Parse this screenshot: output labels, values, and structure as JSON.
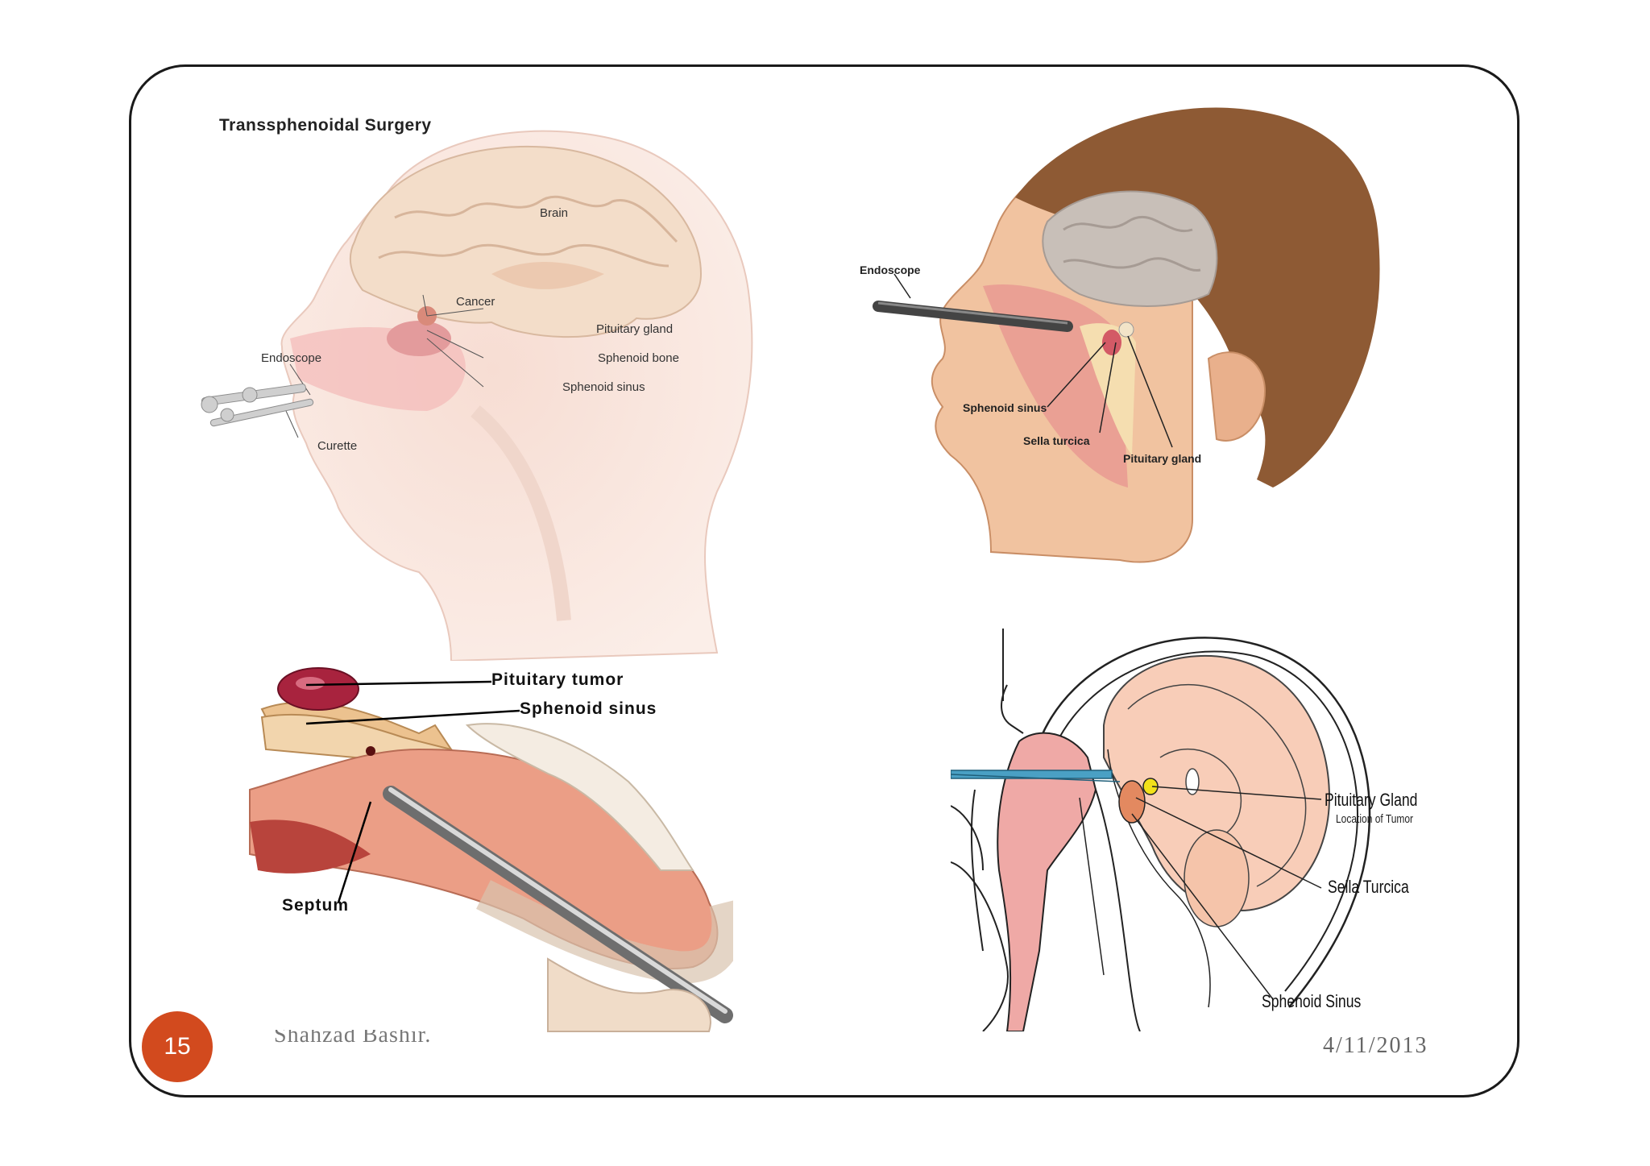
{
  "slide": {
    "page_number": "15",
    "author": "Shahzad Bashir.",
    "date": "4/11/2013"
  },
  "panel_top_left": {
    "title": "Transsphenoidal Surgery",
    "labels": {
      "brain": "Brain",
      "cancer": "Cancer",
      "pituitary_gland": "Pituitary gland",
      "sphenoid_bone": "Sphenoid bone",
      "sphenoid_sinus": "Sphenoid sinus",
      "endoscope": "Endoscope",
      "curette": "Curette"
    }
  },
  "panel_top_right": {
    "labels": {
      "endoscope": "Endoscope",
      "sphenoid_sinus": "Sphenoid sinus",
      "sella_turcica": "Sella turcica",
      "pituitary_gland": "Pituitary gland"
    }
  },
  "panel_bottom_left": {
    "labels": {
      "pituitary_tumor": "Pituitary tumor",
      "sphenoid_sinus": "Sphenoid sinus",
      "septum": "Septum"
    }
  },
  "panel_bottom_right": {
    "labels": {
      "pituitary_gland": "Pituitary Gland",
      "location_of_tumor": "Location of Tumor",
      "sella_turcica": "Sella Turcica",
      "sphenoid_sinus": "Sphenoid Sinus"
    }
  }
}
